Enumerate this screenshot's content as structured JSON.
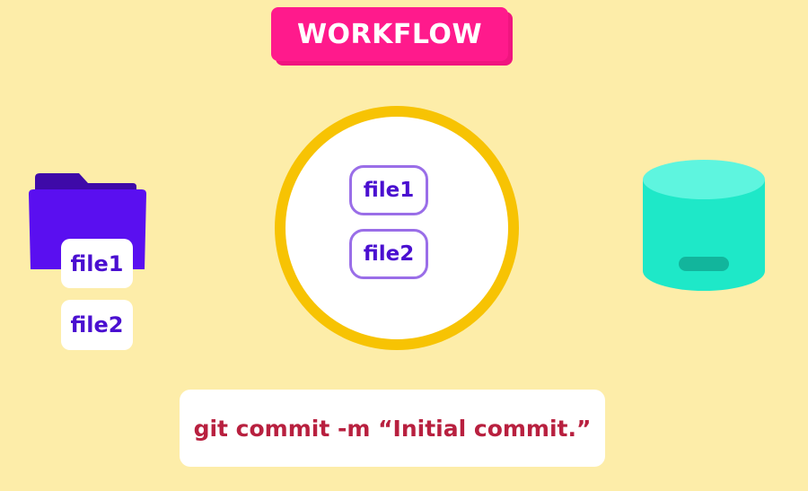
{
  "title": "WORKFLOW",
  "working_directory": {
    "icon": "folder-icon",
    "files": [
      "file1",
      "file2"
    ]
  },
  "staging_area": {
    "files": [
      "file1",
      "file2"
    ]
  },
  "repository": {
    "icon": "database-icon"
  },
  "command": "git commit -m “Initial commit.”",
  "colors": {
    "background": "#fdeda9",
    "title_badge": "#ff1a8c",
    "folder": "#5a0ff0",
    "file_text": "#4a0fd0",
    "ring": "#f7c303",
    "staged_border": "#9a6ee8",
    "repository": "#1ee8c8",
    "command_text": "#b8203f"
  }
}
